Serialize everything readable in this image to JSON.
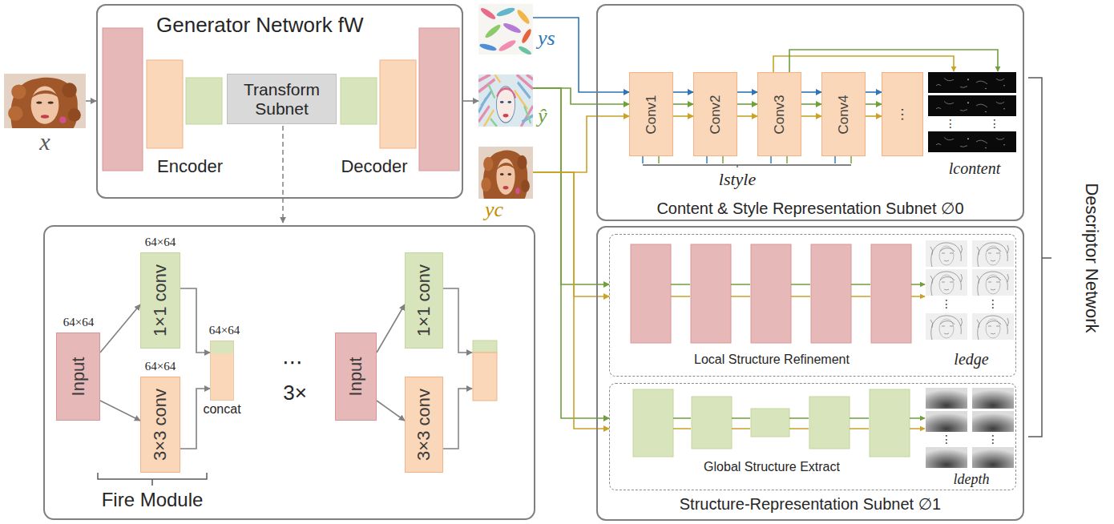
{
  "diagram": {
    "nodes": [
      {
        "text": [
          "x"
        ]
      },
      {
        "text": [
          "Generator Network fW"
        ]
      },
      {
        "text": [
          "Transform Subnet"
        ],
        "in": 1
      },
      {
        "text": [
          "ys"
        ]
      },
      {
        "text": [
          "ŷ"
        ]
      },
      {
        "text": [
          "yc"
        ]
      },
      {
        "text": [
          "Content & Style Representation Subnet ∅0"
        ]
      },
      {
        "text": [
          "Conv1"
        ],
        "in": 6
      },
      {
        "text": [
          "Conv2"
        ],
        "in": 6
      },
      {
        "text": [
          "Conv3"
        ],
        "in": 6
      },
      {
        "text": [
          "Conv4"
        ],
        "in": 6
      },
      {
        "text": [
          "⋯"
        ],
        "in": 6
      },
      {
        "text": [
          "Structure-Representation Subnet ∅1"
        ]
      },
      {
        "text": [
          "Local Structure Refinement"
        ],
        "in": 12
      },
      {
        "text": [
          "Global Structure Extract"
        ],
        "in": 12
      },
      {
        "text": [
          "Input"
        ]
      },
      {
        "text": [
          "1×1 conv"
        ]
      },
      {
        "text": [
          "3×3 conv"
        ]
      },
      {
        "text": [
          "concat"
        ]
      },
      {
        "text": [
          "Input"
        ]
      },
      {
        "text": [
          "1×1 conv"
        ]
      },
      {
        "text": [
          "3×3 conv"
        ]
      }
    ],
    "edges": [
      {
        "from": 0,
        "to": 1,
        "arrow": "to"
      },
      {
        "from": 1,
        "to": 4,
        "arrow": "to"
      },
      {
        "from": 3,
        "to": 7,
        "arrow": "to"
      },
      {
        "from": 4,
        "to": 7,
        "arrow": "to"
      },
      {
        "from": 5,
        "to": 7,
        "arrow": "to"
      },
      {
        "from": 7,
        "to": 8,
        "arrow": "to"
      },
      {
        "from": 8,
        "to": 9,
        "arrow": "to"
      },
      {
        "from": 9,
        "to": 10,
        "arrow": "to"
      },
      {
        "from": 10,
        "to": 11,
        "arrow": "to"
      },
      {
        "from": 4,
        "to": 13,
        "arrow": "to"
      },
      {
        "from": 5,
        "to": 13,
        "arrow": "to"
      },
      {
        "from": 4,
        "to": 14,
        "arrow": "to"
      },
      {
        "from": 5,
        "to": 14,
        "arrow": "to"
      },
      {
        "from": 15,
        "to": 16,
        "arrow": "to"
      },
      {
        "from": 15,
        "to": 17,
        "arrow": "to"
      },
      {
        "from": 16,
        "to": 18,
        "arrow": "to"
      },
      {
        "from": 17,
        "to": 18,
        "arrow": "to"
      },
      {
        "from": 19,
        "to": 20,
        "arrow": "to"
      },
      {
        "from": 19,
        "to": 21,
        "arrow": "to"
      }
    ],
    "labels": [
      "Encoder",
      "Decoder",
      "lstyle",
      "lcontent",
      "ledge",
      "ldepth",
      "Descriptor Network",
      "64×64",
      "64×64",
      "64×64",
      "64×64",
      "⋯",
      "3×",
      "Fire Module",
      "⋮",
      "⋮",
      "⋮",
      "⋮",
      "⋮",
      "⋮"
    ]
  }
}
